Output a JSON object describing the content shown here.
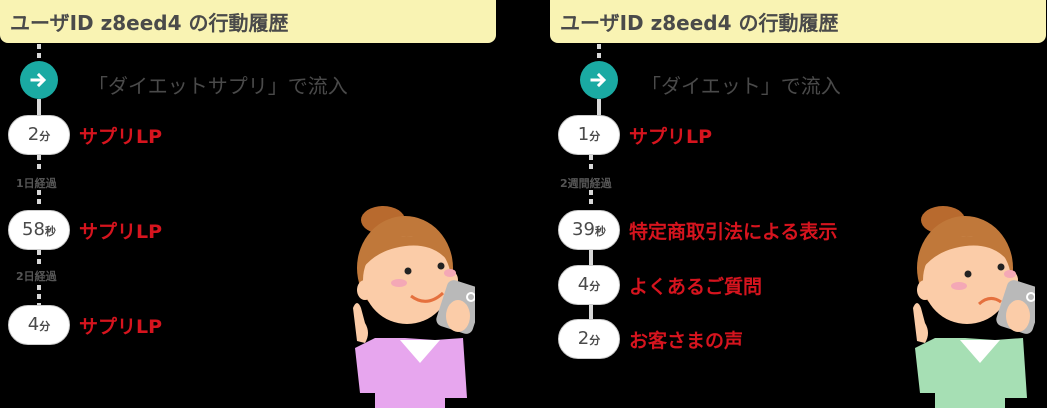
{
  "left": {
    "header": "ユーザID z8eed4 の行動履歴",
    "inflow": "「ダイエットサプリ」で流入",
    "steps": [
      {
        "num": "2",
        "unit": "分",
        "page": "サプリLP"
      },
      {
        "num": "58",
        "unit": "秒",
        "page": "サプリLP"
      },
      {
        "num": "4",
        "unit": "分",
        "page": "サプリLP"
      }
    ],
    "gaps": [
      "1日経過",
      "2日経過"
    ],
    "person": {
      "expression": "smiling",
      "shirt_color": "#e7a6ee"
    }
  },
  "right": {
    "header": "ユーザID z8eed4 の行動履歴",
    "inflow": "「ダイエット」で流入",
    "steps": [
      {
        "num": "1",
        "unit": "分",
        "page": "サプリLP"
      },
      {
        "num": "39",
        "unit": "秒",
        "page": "特定商取引法による表示"
      },
      {
        "num": "4",
        "unit": "分",
        "page": "よくあるご質問"
      },
      {
        "num": "2",
        "unit": "分",
        "page": "お客さまの声"
      }
    ],
    "gaps": [
      "2週間経過"
    ],
    "person": {
      "expression": "worried",
      "shirt_color": "#a6dfb4"
    }
  },
  "colors": {
    "header_bg": "#f9f3b3",
    "accent_teal": "#1aaaa3",
    "page_red": "#d6141e"
  }
}
